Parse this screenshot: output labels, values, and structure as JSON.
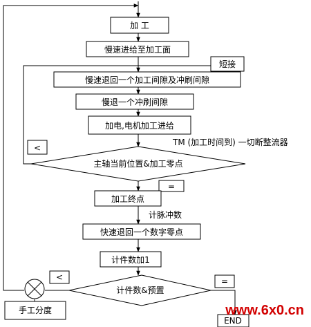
{
  "steps": {
    "machining": "加 工",
    "slow_feed_to_surface": "慢速进给至加工面",
    "short_circuit": "短接",
    "slow_retract_gap_flush": "慢速退回一个加工间隙及冲刷间隙",
    "slow_retract_flush_gap": "慢退一个冲刷间隙",
    "power_on_feed": "加电,电机加工进给",
    "tm_note": "TM (加工时间到) 一切断整流器",
    "decision_zero": "主轴当前位置&加工零点",
    "less_than_1": "<",
    "equal_1": "=",
    "machining_end": "加工终点",
    "count_pulse": "计脉冲数",
    "fast_retract_digital_zero": "快速退回一个数字零点",
    "counter_add_1": "计件数加1",
    "decision_count": "计件数&预置",
    "less_than_2": "<",
    "equal_2": "=",
    "manual_indexing": "手工分度",
    "end": "END"
  },
  "watermark": "www.6x0.cn"
}
